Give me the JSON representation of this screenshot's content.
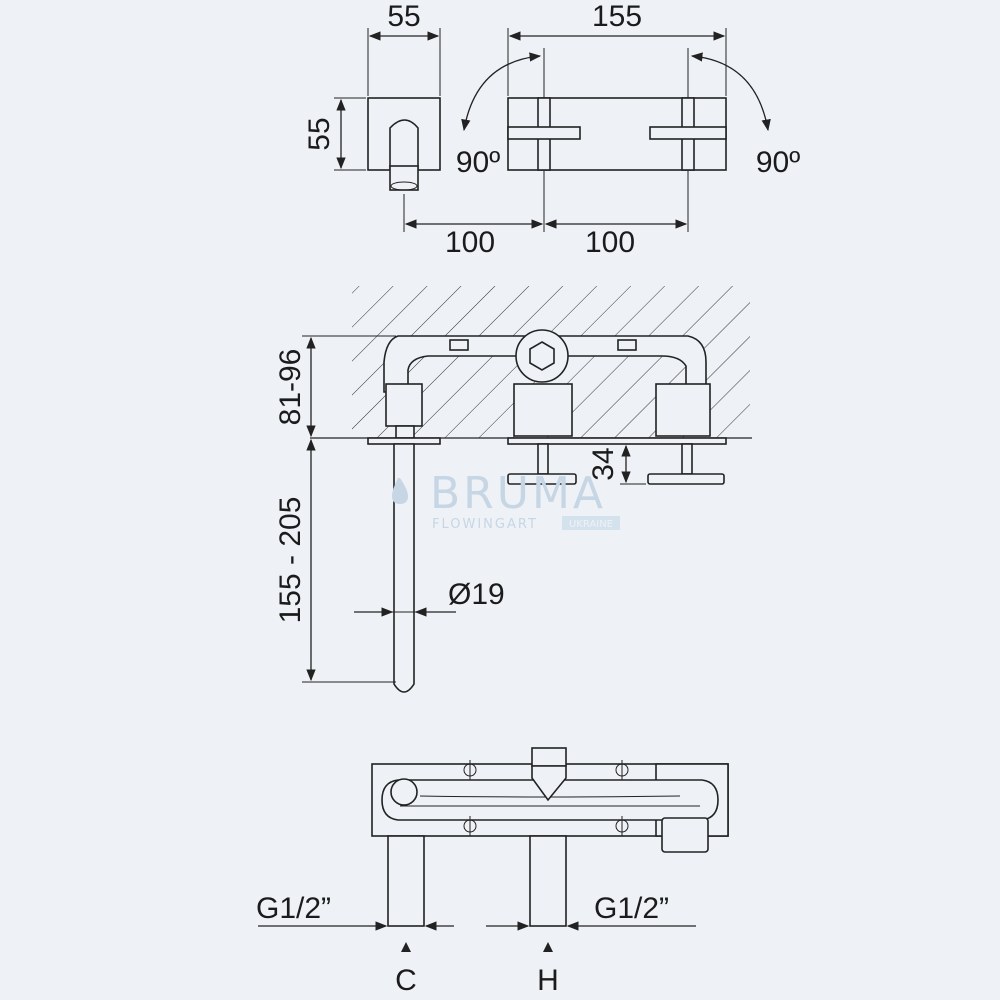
{
  "drawing": {
    "top_view": {
      "depth": "55",
      "height": "55",
      "handle_span": "155",
      "spacing_left": "100",
      "spacing_right": "100",
      "rotation_left": "90º",
      "rotation_right": "90º"
    },
    "side_view": {
      "wall_depth_range": "81-96",
      "spout_length_range": "155 - 205",
      "spout_diameter": "Ø19",
      "handle_projection": "34"
    },
    "bottom_view": {
      "thread_left": "G1/2”",
      "thread_right": "G1/2”",
      "cold_label": "C",
      "hot_label": "H"
    }
  },
  "watermark": {
    "brand": "BRUMA",
    "tagline": "FLOWINGART",
    "region": "UKRAINE"
  },
  "colors": {
    "background": "#eef2f7",
    "line": "#222222",
    "watermark": "#c6d6e4"
  }
}
